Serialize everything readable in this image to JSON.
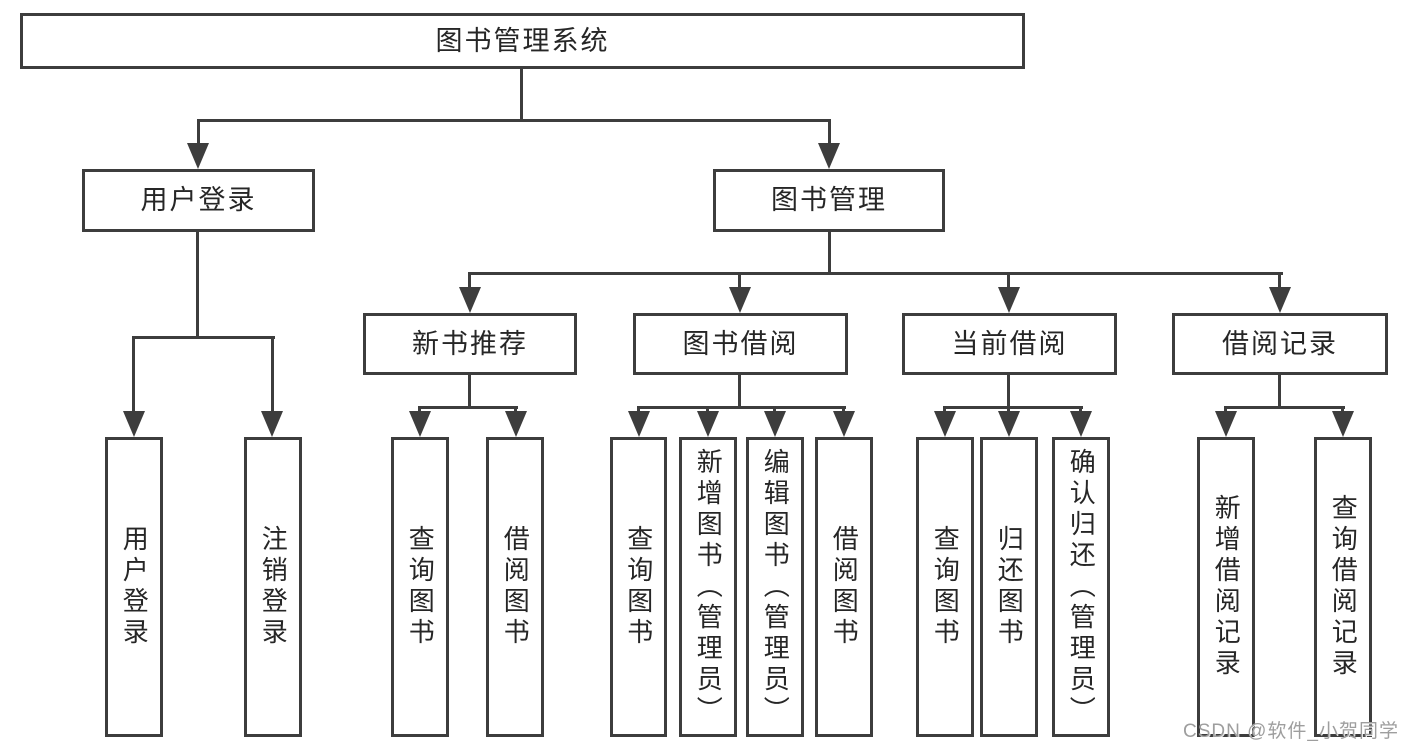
{
  "diagram": {
    "root": {
      "label": "图书管理系统"
    },
    "children": [
      {
        "label": "用户登录",
        "children": [
          {
            "label": "用户登录"
          },
          {
            "label": "注销登录"
          }
        ]
      },
      {
        "label": "图书管理",
        "children": [
          {
            "label": "新书推荐",
            "children": [
              {
                "label": "查询图书"
              },
              {
                "label": "借阅图书"
              }
            ]
          },
          {
            "label": "图书借阅",
            "children": [
              {
                "label": "查询图书"
              },
              {
                "label": "新增图书（管理员）"
              },
              {
                "label": "编辑图书（管理员）"
              },
              {
                "label": "借阅图书"
              }
            ]
          },
          {
            "label": "当前借阅",
            "children": [
              {
                "label": "查询图书"
              },
              {
                "label": "归还图书"
              },
              {
                "label": "确认归还（管理员）"
              }
            ]
          },
          {
            "label": "借阅记录",
            "children": [
              {
                "label": "新增借阅记录"
              },
              {
                "label": "查询借阅记录"
              }
            ]
          }
        ]
      }
    ]
  },
  "watermark": "CSDN @软件_小贺同学",
  "colors": {
    "line": "#3d3d3d",
    "text": "#262626",
    "watermark": "#9e9e9e",
    "background": "#ffffff"
  }
}
